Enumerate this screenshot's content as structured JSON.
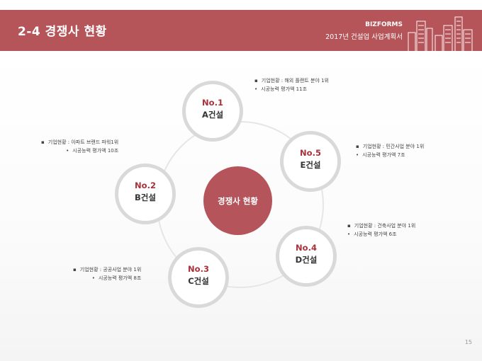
{
  "header": {
    "title": "2-4 경쟁사 현황",
    "brand": "BIZFORMS",
    "subtitle": "2017년 건설업 사업계획서"
  },
  "center": {
    "label": "경쟁사 현황"
  },
  "companies": [
    {
      "num": "No.1",
      "name": "A건설",
      "line1": "기업현황 : 해외 플랜트 분야 1위",
      "line2": "시공능력 평가액 11조"
    },
    {
      "num": "No.2",
      "name": "B건설",
      "line1": "기업현황 : 아파트 브랜드 파워1위",
      "line2": "시공능력 평가액 10조"
    },
    {
      "num": "No.3",
      "name": "C건설",
      "line1": "기업현황 : 공공사업 분야 1위",
      "line2": "시공능력 평가액 8조"
    },
    {
      "num": "No.4",
      "name": "D건설",
      "line1": "기업현황 : 건축사업 분야 1위",
      "line2": "시공능력 평가액 6조"
    },
    {
      "num": "No.5",
      "name": "E건설",
      "line1": "기업현황 : 민간사업 분야 1위",
      "line2": "시공능력 평가액 7조"
    }
  ],
  "page_number": "15",
  "colors": {
    "accent": "#b5555a",
    "number_text": "#a8313a",
    "node_border": "#d9d9d9"
  }
}
